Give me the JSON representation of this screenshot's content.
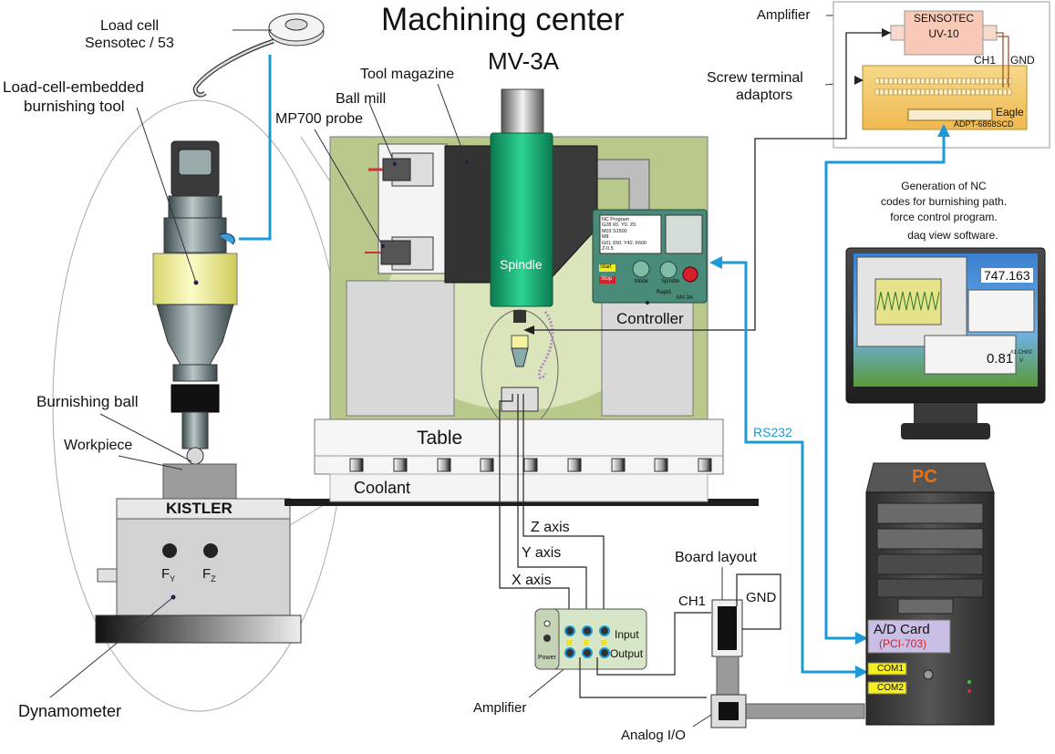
{
  "title": "Machining center",
  "machine_model": "MV-3A",
  "labels": {
    "load_cell": [
      "Load cell",
      "Sensotec / 53"
    ],
    "burnishing_tool": [
      "Load-cell-embedded",
      "burnishing tool"
    ],
    "burnishing_ball": "Burnishing ball",
    "workpiece": "Workpiece",
    "dynamometer": "Dynamometer",
    "tool_magazine": "Tool magazine",
    "ball_mill": "Ball mill",
    "mp700_probe": "MP700 probe",
    "spindle": "Spindle",
    "controller": "Controller",
    "table": "Table",
    "coolant": "Coolant",
    "z_axis": "Z axis",
    "y_axis": "Y axis",
    "x_axis": "X axis",
    "board_layout": "Board layout",
    "ch1": "CH1",
    "gnd": "GND",
    "amplifier_bottom": "Amplifier",
    "analog_io": "Analog I/O",
    "amplifier_top": "Amplifier",
    "screw_terminal": [
      "Screw terminal",
      "adaptors"
    ],
    "rs232": "RS232",
    "software_desc": [
      "Generation of NC",
      "codes for burnishing path.",
      "force control program.",
      "daq view software."
    ]
  },
  "dynamometer": {
    "brand": "KISTLER",
    "fy": "F",
    "fy_sub": "Y",
    "fz": "F",
    "fz_sub": "Z"
  },
  "controller_screen": {
    "lines": [
      "NC Program",
      "G28 X0. Y0. Z0.",
      "M03 S1500",
      "M8",
      "G01 X50. Y42. F600",
      "Z-0.5"
    ],
    "start": "Start",
    "stop": "Stop",
    "mode": "Mode",
    "spindle": "Spindle",
    "rapid": "Rapid",
    "model": "MV-3A"
  },
  "top_amplifier": {
    "name": "SENSOTEC",
    "model": "UV-10",
    "ch1": "CH1",
    "gnd": "GND"
  },
  "terminal_board": {
    "brand": "Eagle",
    "model": "ADPT-6868SCD"
  },
  "amp_box": {
    "input": "Input",
    "output": "Output",
    "power": "Power"
  },
  "monitor": {
    "reading1": "747.163",
    "reading2": "0.81",
    "channel": "#1 CH00",
    "unit": "V"
  },
  "pc": {
    "label": "PC",
    "ad_card": "A/D Card",
    "ad_card_model": "(PCI-703)",
    "com1": "COM1",
    "com2": "COM2"
  },
  "colors": {
    "machine_green": "#b9c98c",
    "spindle_green": "#15a06a",
    "signal_blue": "#1c9ad6",
    "pc_title": "#e8741a",
    "adcard_bg": "#c9bfe6",
    "adcard_model": "#d4202a",
    "com_bg": "#f6ee1e",
    "tool_yellow": "#f4f29c",
    "board_amber": "#f5c766"
  }
}
